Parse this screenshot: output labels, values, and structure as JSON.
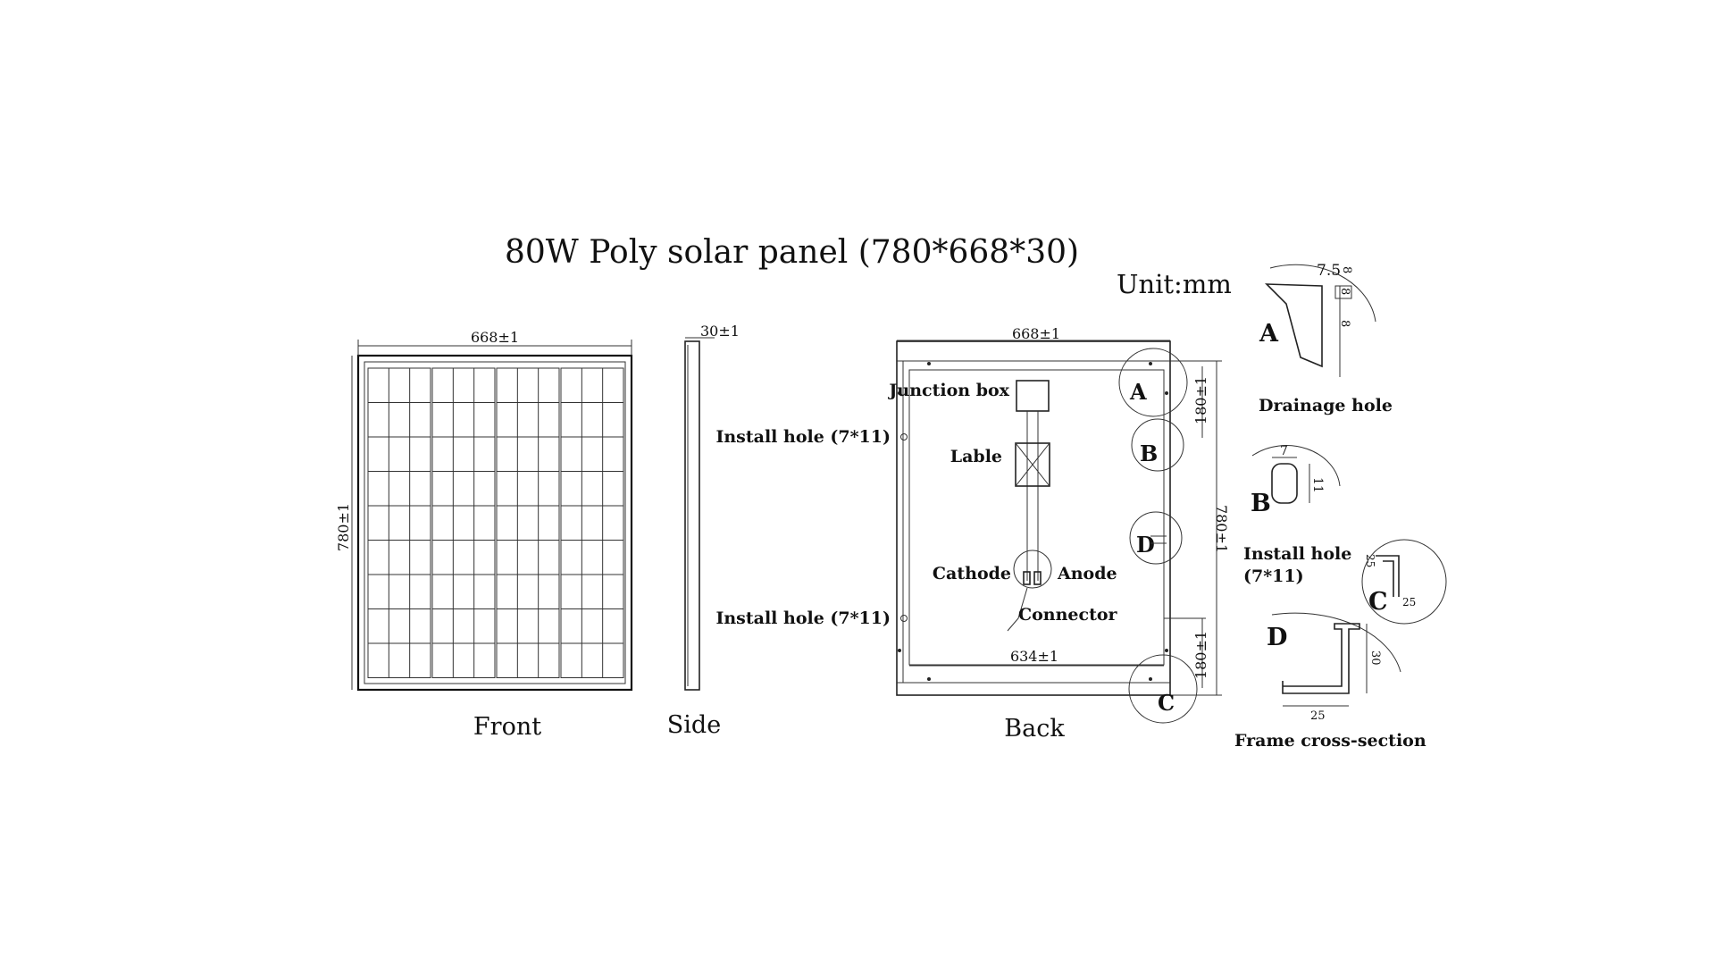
{
  "title": "80W Poly solar panel (780*668*30)",
  "unit": "Unit:mm",
  "views": {
    "front": {
      "caption": "Front",
      "width_dim": "668±1",
      "height_dim": "780±1"
    },
    "side": {
      "caption": "Side",
      "thickness_dim": "30±1"
    },
    "back": {
      "caption": "Back",
      "width_dim": "668±1",
      "height_dim": "780±1",
      "inner_width_dim": "634±1",
      "hole_offset_top": "180±1",
      "hole_offset_bottom": "180±1",
      "install_hole_top": "Install hole (7*11)",
      "install_hole_bottom": "Install hole (7*11)",
      "junction_box": "Junction box",
      "label": "Lable",
      "cathode": "Cathode",
      "anode": "Anode",
      "connector": "Connector",
      "callouts": [
        "A",
        "B",
        "C",
        "D"
      ]
    }
  },
  "details": {
    "A": {
      "letter": "A",
      "title": "Drainage hole",
      "dims": [
        "7.5",
        "8",
        "8",
        "8"
      ]
    },
    "B": {
      "letter": "B",
      "title_line1": "Install hole",
      "title_line2": "(7*11)",
      "dims": [
        "7",
        "11"
      ]
    },
    "C": {
      "letter": "C",
      "dims": [
        "25",
        "25"
      ]
    },
    "D": {
      "letter": "D",
      "title": "Frame cross-section",
      "dims": [
        "30",
        "25"
      ]
    }
  }
}
